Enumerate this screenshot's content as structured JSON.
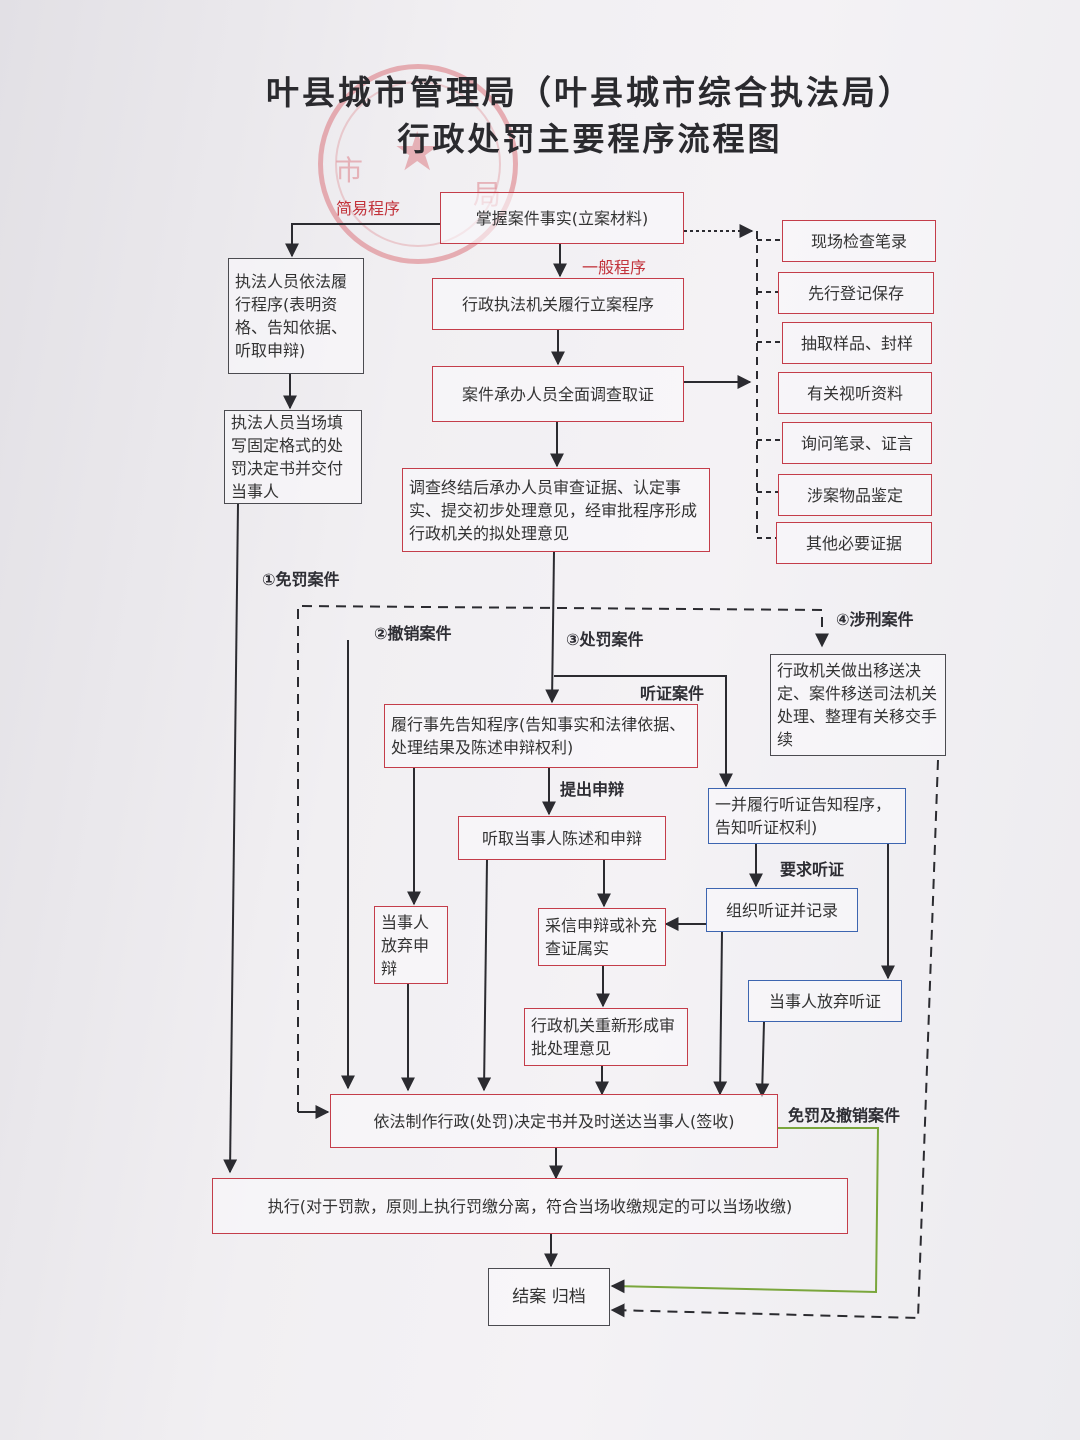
{
  "title": {
    "line1": "叶县城市管理局（叶县城市综合执法局）",
    "line2": "行政处罚主要程序流程图"
  },
  "stamp": {
    "chars": [
      "市",
      "局"
    ]
  },
  "nodes": {
    "start": "掌握案件事实(立案材料)",
    "simple_1": "执法人员依法履行程序(表明资格、告知依据、听取申辩)",
    "simple_2": "执法人员当场填写固定格式的处罚决定书并交付当事人",
    "filing": "行政执法机关履行立案程序",
    "investigate": "案件承办人员全面调查取证",
    "review": "调查终结后承办人员审查证据、认定事实、提交初步处理意见，经审批程序形成行政机关的拟处理意见",
    "evidence": [
      "现场检查笔录",
      "先行登记保存",
      "抽取样品、封样",
      "有关视听资料",
      "询问笔录、证言",
      "涉案物品鉴定",
      "其他必要证据"
    ],
    "transfer": "行政机关做出移送决定、案件移送司法机关处理、整理有关移交手续",
    "notify": "履行事先告知程序(告知事实和法律依据、处理结果及陈述申辩权利)",
    "hearing_notify": "一并履行听证告知程序，告知听证权利)",
    "statement": "听取当事人陈述和申辩",
    "waive_defense": "当事人放弃申辩",
    "adopt": "采信申辩或补充查证属实",
    "organize_hearing": "组织听证并记录",
    "reform": "行政机关重新形成审批处理意见",
    "waive_hearing": "当事人放弃听证",
    "decision": "依法制作行政(处罚)决定书并及时送达当事人(签收)",
    "execute": "执行(对于罚款，原则上执行罚缴分离，符合当场收缴规定的可以当场收缴)",
    "close": "结案  归档"
  },
  "labels": {
    "simple_proc": "简易程序",
    "general_proc": "一般程序",
    "c1": "①免罚案件",
    "c2": "②撤销案件",
    "c3": "③处罚案件",
    "c4": "④涉刑案件",
    "hearing_case": "听证案件",
    "raise_defense": "提出申辩",
    "request_hearing": "要求听证",
    "exempt_revoke": "免罚及撤销案件"
  },
  "colors": {
    "red_box": "#c43d4a",
    "blue_box": "#3d65b0",
    "gray_box": "#4b4b50",
    "green_line": "#7aa63c"
  }
}
